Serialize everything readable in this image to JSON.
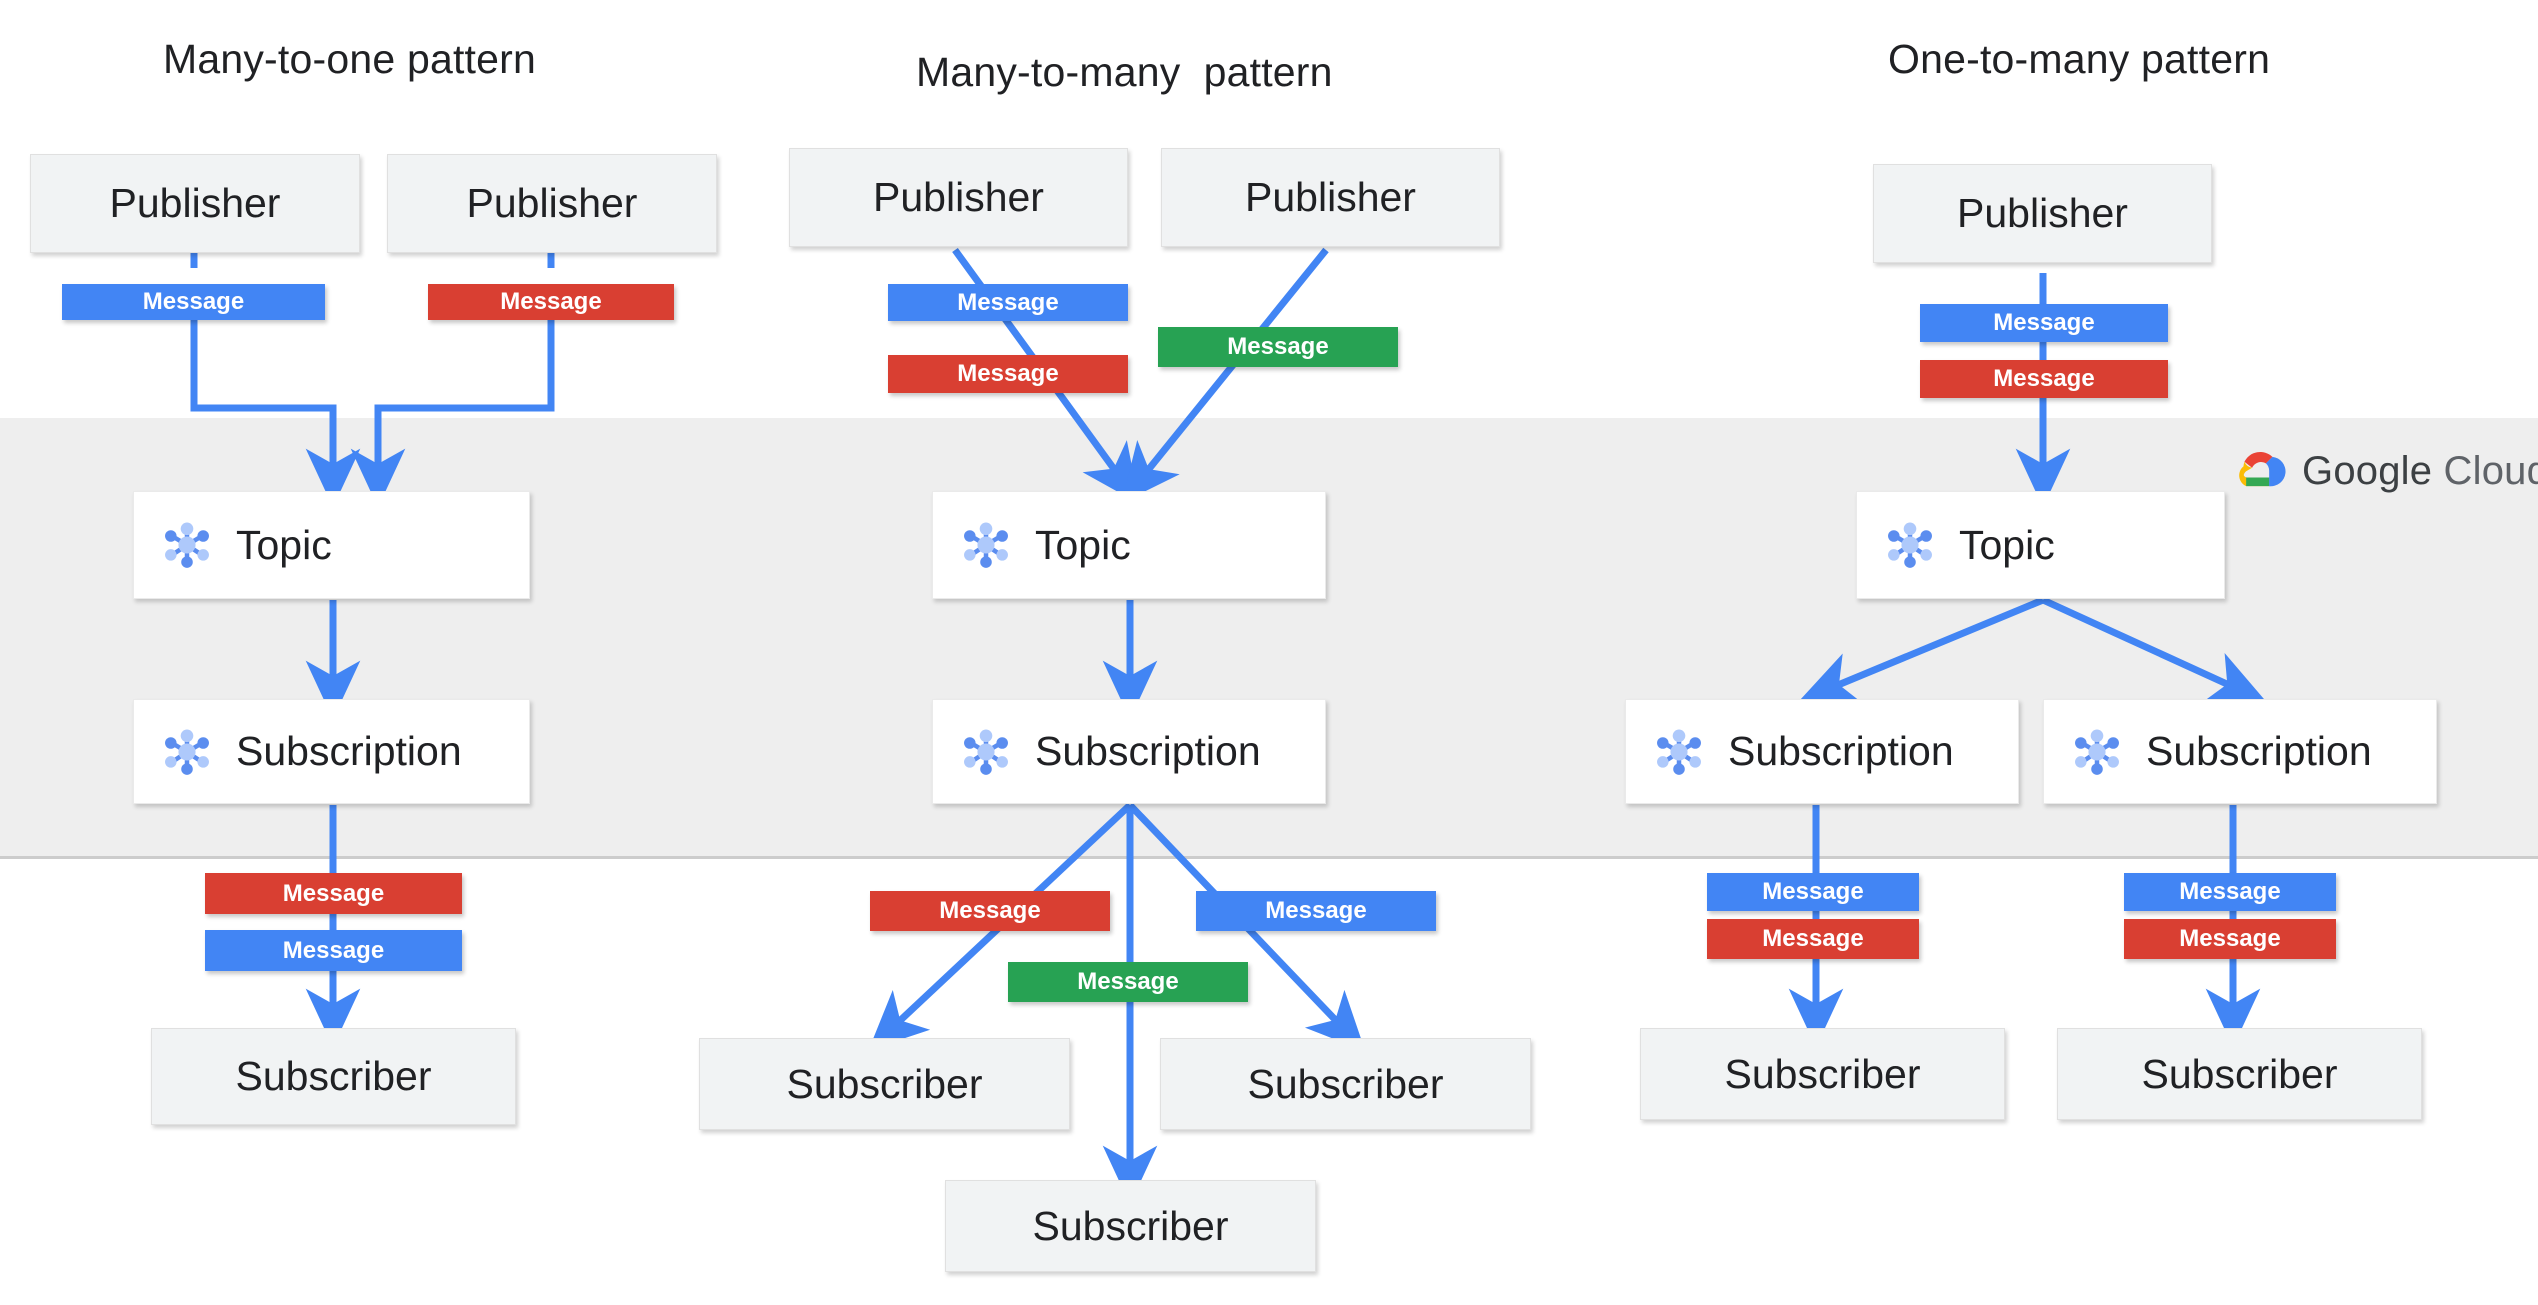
{
  "diagram": {
    "title_left": "Many-to-one pattern",
    "title_middle": "Many-to-many  pattern",
    "title_right": "One-to-many pattern",
    "brand": {
      "name_primary": "Google",
      "name_secondary": "Cloud",
      "logo_icon": "google-cloud-logo-icon"
    },
    "labels": {
      "publisher": "Publisher",
      "topic": "Topic",
      "subscription": "Subscription",
      "subscriber": "Subscriber",
      "message": "Message"
    },
    "colors": {
      "message_blue": "#4285f4",
      "message_red": "#d93f32",
      "message_green": "#27a253",
      "arrow": "#4285f4",
      "band": "#eeeeee",
      "node_gray": "#f1f3f4",
      "node_white": "#ffffff",
      "icon_dark": "#5b8def",
      "icon_light": "#aec9fb",
      "google_blue": "#4285f4",
      "google_red": "#ea4335",
      "google_yellow": "#fbbc05",
      "google_green": "#34a853"
    },
    "columns": [
      {
        "id": "many-to-one",
        "title": "Many-to-one pattern",
        "publishers": [
          {
            "label": "Publisher",
            "messages": [
              {
                "label": "Message",
                "color": "blue"
              }
            ]
          },
          {
            "label": "Publisher",
            "messages": [
              {
                "label": "Message",
                "color": "red"
              }
            ]
          }
        ],
        "topics": [
          {
            "label": "Topic"
          }
        ],
        "subscriptions": [
          {
            "label": "Subscription"
          }
        ],
        "delivery_messages": [
          {
            "label": "Message",
            "color": "red"
          },
          {
            "label": "Message",
            "color": "blue"
          }
        ],
        "subscribers": [
          {
            "label": "Subscriber"
          }
        ]
      },
      {
        "id": "many-to-many",
        "title": "Many-to-many  pattern",
        "publishers": [
          {
            "label": "Publisher",
            "messages": [
              {
                "label": "Message",
                "color": "blue"
              },
              {
                "label": "Message",
                "color": "red"
              }
            ]
          },
          {
            "label": "Publisher",
            "messages": [
              {
                "label": "Message",
                "color": "green"
              }
            ]
          }
        ],
        "topics": [
          {
            "label": "Topic"
          }
        ],
        "subscriptions": [
          {
            "label": "Subscription"
          }
        ],
        "delivery_messages": [
          {
            "label": "Message",
            "color": "red"
          },
          {
            "label": "Message",
            "color": "blue"
          },
          {
            "label": "Message",
            "color": "green"
          }
        ],
        "subscribers": [
          {
            "label": "Subscriber"
          },
          {
            "label": "Subscriber"
          },
          {
            "label": "Subscriber"
          }
        ]
      },
      {
        "id": "one-to-many",
        "title": "One-to-many pattern",
        "publishers": [
          {
            "label": "Publisher",
            "messages": [
              {
                "label": "Message",
                "color": "blue"
              },
              {
                "label": "Message",
                "color": "red"
              }
            ]
          }
        ],
        "topics": [
          {
            "label": "Topic"
          }
        ],
        "subscriptions": [
          {
            "label": "Subscription"
          },
          {
            "label": "Subscription"
          }
        ],
        "delivery_messages": [
          {
            "label": "Message",
            "color": "blue"
          },
          {
            "label": "Message",
            "color": "red"
          },
          {
            "label": "Message",
            "color": "blue"
          },
          {
            "label": "Message",
            "color": "red"
          }
        ],
        "subscribers": [
          {
            "label": "Subscriber"
          },
          {
            "label": "Subscriber"
          }
        ]
      }
    ]
  }
}
